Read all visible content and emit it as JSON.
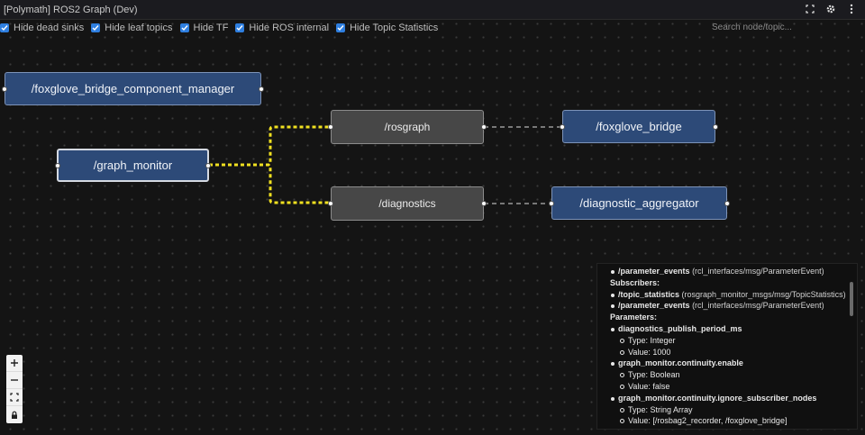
{
  "window": {
    "title": "[Polymath] ROS2 Graph (Dev)"
  },
  "titlebar_icons": [
    "fullscreen-icon",
    "gear-icon",
    "more-vertical-icon"
  ],
  "filters": [
    {
      "label": "Hide dead sinks",
      "checked": true
    },
    {
      "label": "Hide leaf topics",
      "checked": true
    },
    {
      "label": "Hide TF",
      "checked": true
    },
    {
      "label": "Hide ROS internal",
      "checked": true
    },
    {
      "label": "Hide Topic Statistics",
      "checked": true
    }
  ],
  "search": {
    "placeholder": "Search node/topic..."
  },
  "nodes": {
    "bridge_manager": "/foxglove_bridge_component_manager",
    "graph_monitor": "/graph_monitor",
    "foxglove_bridge": "/foxglove_bridge",
    "diagnostic_aggregator": "/diagnostic_aggregator"
  },
  "topics": {
    "rosgraph": "/rosgraph",
    "diagnostics": "/diagnostics"
  },
  "colors": {
    "accent": "#2f7fe0",
    "node": "#2d4a78",
    "topic": "#474747",
    "selected_edge": "#f0e020"
  },
  "zoom_controls": [
    "zoom-in-icon",
    "zoom-out-icon",
    "fit-view-icon",
    "lock-icon"
  ],
  "info": {
    "pub_param_events": {
      "name": "/parameter_events",
      "type": "(rcl_interfaces/msg/ParameterEvent)"
    },
    "subscribers_label": "Subscribers:",
    "sub_topic_stats": {
      "name": "/topic_statistics",
      "type": "(rosgraph_monitor_msgs/msg/TopicStatistics)"
    },
    "sub_param_events": {
      "name": "/parameter_events",
      "type": "(rcl_interfaces/msg/ParameterEvent)"
    },
    "parameters_label": "Parameters:",
    "params": [
      {
        "name": "diagnostics_publish_period_ms",
        "type": "Type: Integer",
        "value": "Value: 1000"
      },
      {
        "name": "graph_monitor.continuity.enable",
        "type": "Type: Boolean",
        "value": "Value: false"
      },
      {
        "name": "graph_monitor.continuity.ignore_subscriber_nodes",
        "type": "Type: String Array",
        "value": "Value: [/rosbag2_recorder, /foxglove_bridge]"
      }
    ]
  }
}
